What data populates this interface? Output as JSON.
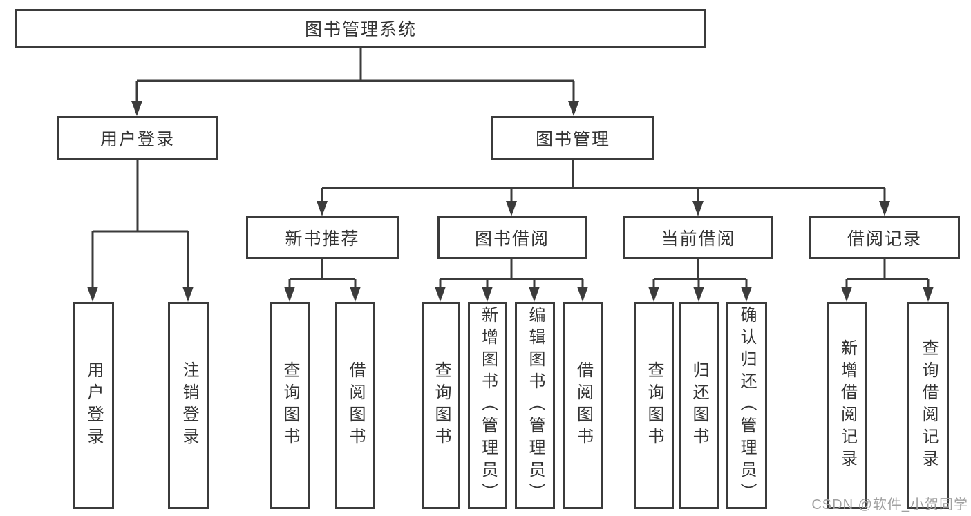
{
  "diagram": {
    "title": "图书管理系统",
    "level2": {
      "user_login": "用户登录",
      "book_management": "图书管理"
    },
    "level3": {
      "new_book_recommend": "新书推荐",
      "book_borrowing": "图书借阅",
      "current_borrowing": "当前借阅",
      "borrowing_records": "借阅记录"
    },
    "leaves": {
      "user_login": "用户登录",
      "logout_login": "注销登录",
      "nbr_query_books": "查询图书",
      "nbr_borrow_books": "借阅图书",
      "bb_query_books": "查询图书",
      "bb_add_books_admin": "新增图书（管理员）",
      "bb_edit_books_admin": "编辑图书（管理员）",
      "bb_borrow_books": "借阅图书",
      "cb_query_books": "查询图书",
      "cb_return_books": "归还图书",
      "cb_confirm_return_admin": "确认归还（管理员）",
      "br_add_borrow_record": "新增借阅记录",
      "br_query_borrow_record": "查询借阅记录"
    }
  },
  "watermark": "CSDN @软件_小贺同学",
  "colors": {
    "line": "#3b3b3b",
    "text": "#333333",
    "background": "#ffffff",
    "watermark": "#a0a0a0"
  }
}
